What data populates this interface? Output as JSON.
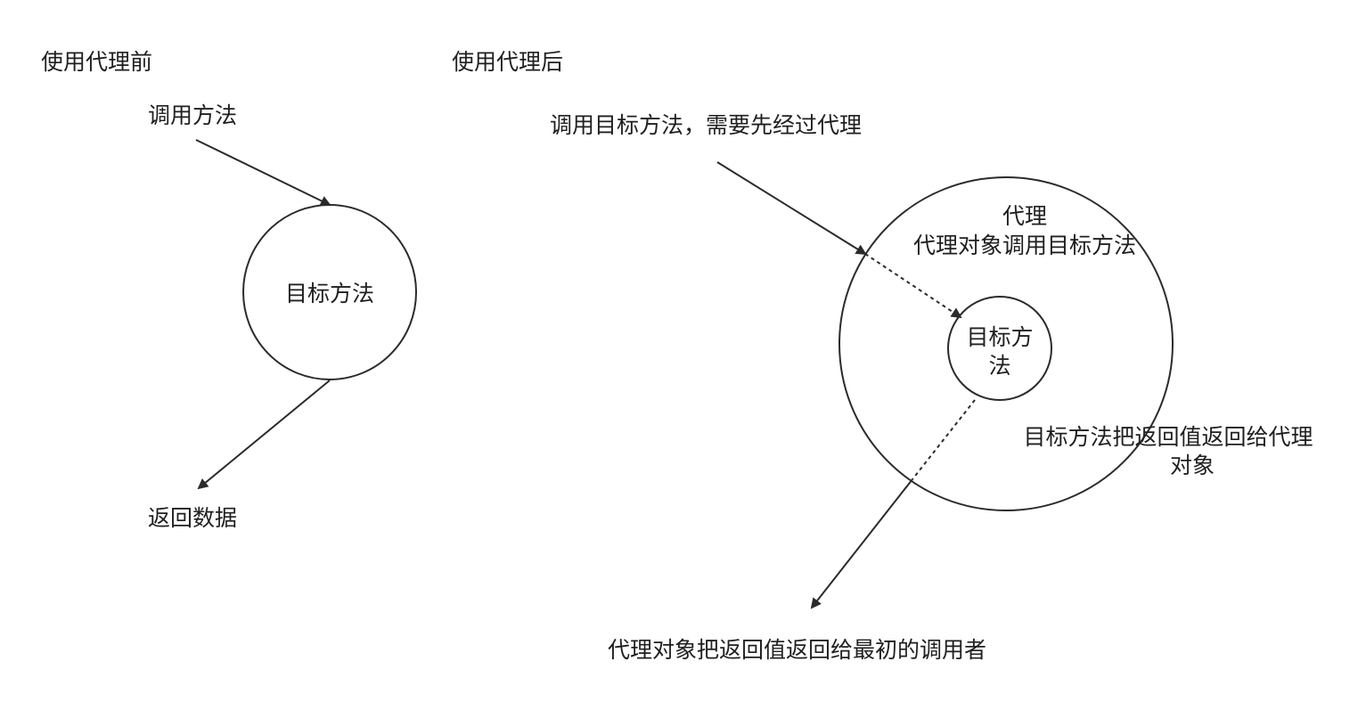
{
  "sections": {
    "before": {
      "title": "使用代理前"
    },
    "after": {
      "title": "使用代理后"
    }
  },
  "before_diagram": {
    "call_label": "调用方法",
    "target_node": "目标方法",
    "return_label": "返回数据"
  },
  "after_diagram": {
    "call_label": "调用目标方法，需要先经过代理",
    "proxy_title": "代理",
    "proxy_desc": "代理对象调用目标方法",
    "target_node_line1": "目标方",
    "target_node_line2": "法",
    "return_to_proxy_line1": "目标方法把返回值返回给代理",
    "return_to_proxy_line2": "对象",
    "return_to_caller": "代理对象把返回值返回给最初的调用者"
  },
  "colors": {
    "stroke": "#2b2b2b",
    "text": "#1f1f1f",
    "background": "#ffffff"
  }
}
